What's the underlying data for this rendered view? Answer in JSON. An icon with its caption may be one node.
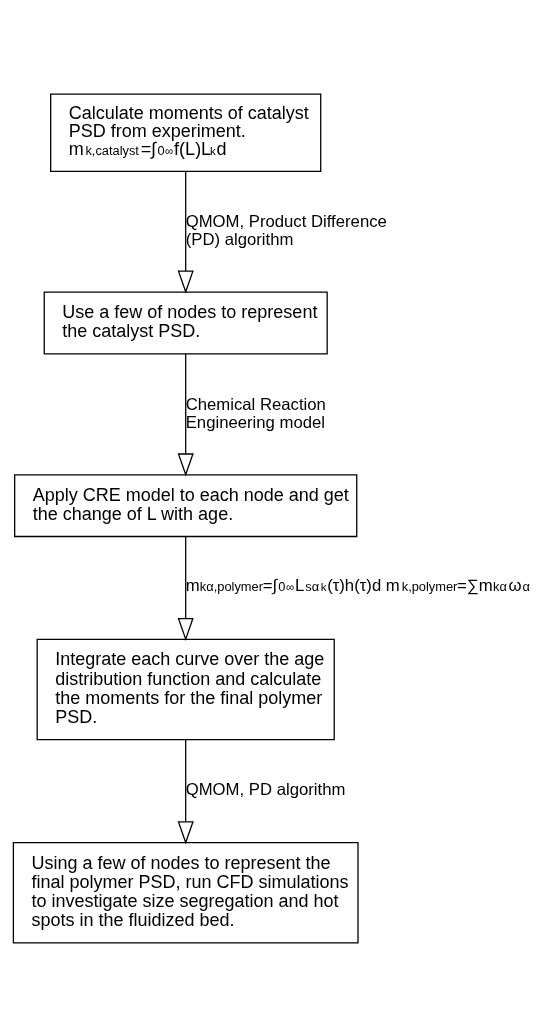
{
  "diagram": {
    "nodes": [
      {
        "text": [
          "Calculate moments of catalyst PSD from experiment.",
          "m$_{k,catalyst}$=∫$_{0}$$^{∞}$f(L)L$^{k}$d"
        ]
      },
      {
        "text": [
          "Use a few of nodes to represent the catalyst PSD."
        ]
      },
      {
        "text": [
          "Apply CRE model to each node and get the change of L with age."
        ]
      },
      {
        "text": [
          "Integrate each curve over the age distribution function and calculate the moments for the final polymer PSD."
        ]
      },
      {
        "text": [
          "Using a few of nodes to represent the final polymer PSD, run CFD simulations to investigate size segregation and hot spots in the fluidized bed."
        ]
      }
    ],
    "edges": [
      {
        "from": 0,
        "to": 1,
        "arrow": "to",
        "label": "QMOM, Product Difference (PD) algorithm"
      },
      {
        "from": 1,
        "to": 2,
        "arrow": "to",
        "label": "Chemical Reaction Engineering model"
      },
      {
        "from": 2,
        "to": 3,
        "arrow": "to",
        "label": "m$_{kα,polymer}$=∫$_{0}$$^{∞}$L$_{sα}$$^{k}$(τ)h(τ)d m$_{k,polymer}$=∑m$_{kα}$ω$_{α}$"
      },
      {
        "from": 3,
        "to": 4,
        "arrow": "to",
        "label": "QMOM, PD algorithm"
      }
    ]
  }
}
